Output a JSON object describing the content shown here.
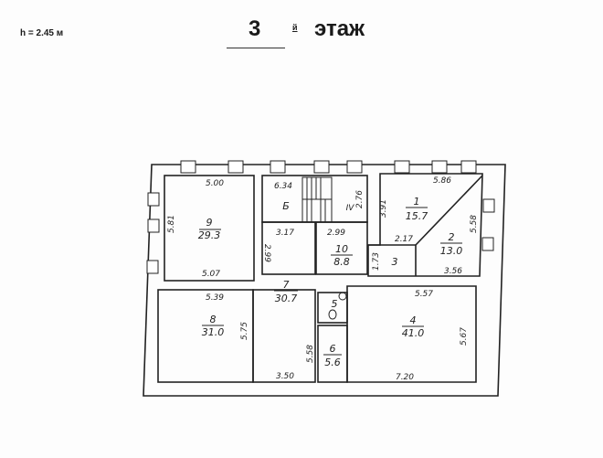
{
  "header": {
    "ceiling_height": "h = 2.45 м",
    "floor_number": "3",
    "floor_suffix": "й",
    "floor_word": "этаж"
  },
  "rooms": [
    {
      "id": "9",
      "area": "29.3"
    },
    {
      "id": "Б",
      "area": ""
    },
    {
      "id": "10",
      "area": "8.8"
    },
    {
      "id": "1",
      "area": "15.7"
    },
    {
      "id": "2",
      "area": "13.0"
    },
    {
      "id": "3",
      "area": ""
    },
    {
      "id": "7",
      "area": "30.7"
    },
    {
      "id": "8",
      "area": "31.0"
    },
    {
      "id": "5",
      "area": ""
    },
    {
      "id": "6",
      "area": "5.6"
    },
    {
      "id": "4",
      "area": "41.0"
    }
  ],
  "dimensions": {
    "r9_top": "5.00",
    "r9_left": "5.81",
    "r9_bottom": "5.07",
    "stair_top": "6.34",
    "stair_right": "2.76",
    "stair_mark": "IV",
    "corr_top": "3.17",
    "corr_side": "2.99",
    "r10_top": "2.99",
    "r1_top": "5.86",
    "r1_left": "3.91",
    "r2_right": "5.58",
    "r3_top": "2.17",
    "r3_left": "1.73",
    "r2_bottom": "3.56",
    "r8_top": "5.39",
    "r8_right": "5.75",
    "r7_bottom": "3.50",
    "r6_left": "5.58",
    "r4_top": "5.57",
    "r4_right": "5.67",
    "r4_bottom": "7.20"
  }
}
